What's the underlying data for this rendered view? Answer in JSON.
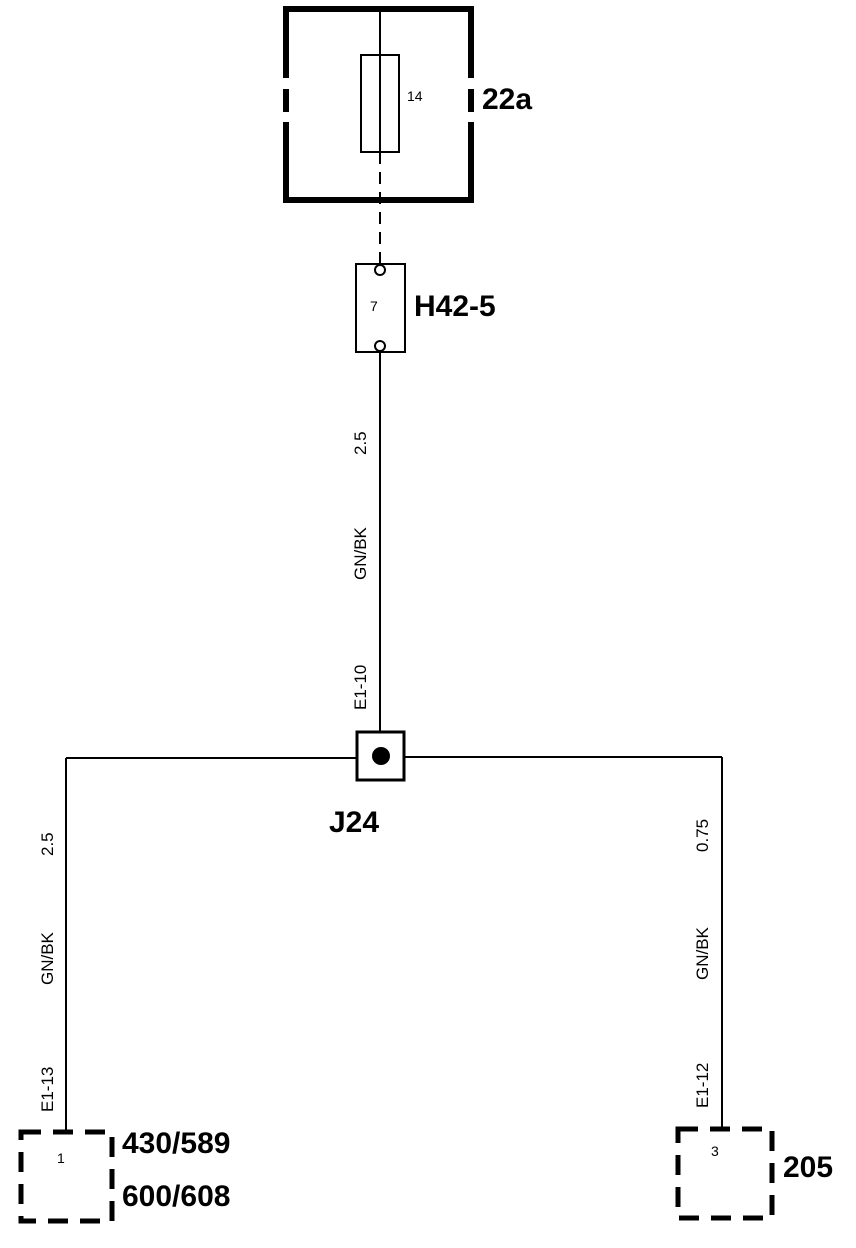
{
  "fuse_box": {
    "label": "22a",
    "fuse_number": "14"
  },
  "connector_h42": {
    "label": "H42-5",
    "pin": "7"
  },
  "wire_main": {
    "size": "2.5",
    "color": "GN/BK",
    "terminal": "E1-10"
  },
  "splice": {
    "label": "J24"
  },
  "wire_left": {
    "size": "2.5",
    "color": "GN/BK",
    "terminal": "E1-13"
  },
  "wire_right": {
    "size": "0.75",
    "color": "GN/BK",
    "terminal": "E1-12"
  },
  "component_left": {
    "pin": "1",
    "label_line1": "430/589",
    "label_line2": "600/608"
  },
  "component_right": {
    "pin": "3",
    "label": "205"
  }
}
